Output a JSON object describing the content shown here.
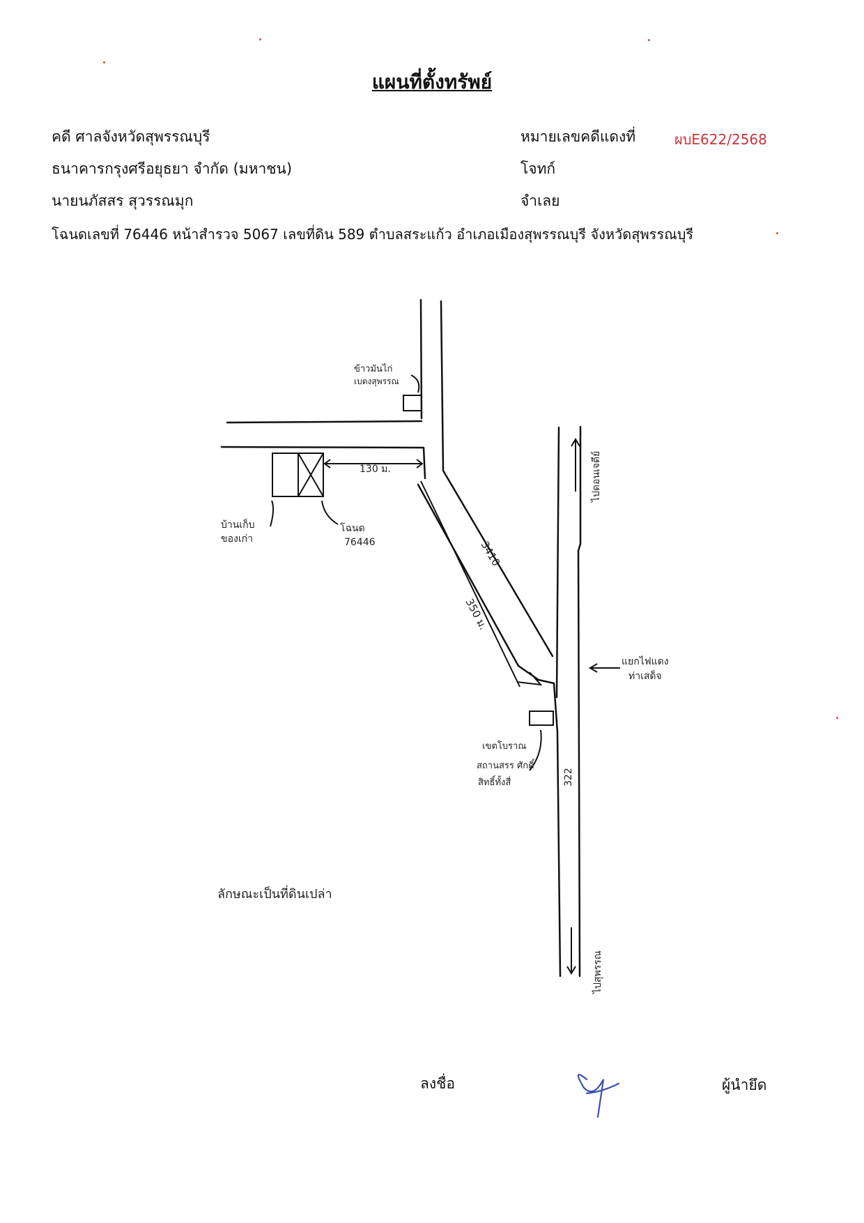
{
  "title": "แผนที่ตั้งทรัพย์",
  "header": {
    "court_line": "คดี ศาลจังหวัดสุพรรณบุรี",
    "case_label": "หมายเลขคดีแดงที่",
    "case_number": "ผบE622/2568",
    "plaintiff_name": "ธนาคารกรุงศรีอยุธยา จำกัด (มหาชน)",
    "plaintiff_label": "โจทก์",
    "defendant_name": "นายนภัสสร สุวรรณมุก",
    "defendant_label": "จำเลย",
    "deed_line": "โฉนดเลขที่ 76446 หน้าสำรวจ 5067 เลขที่ดิน 589  ตำบลสระแก้ว อำเภอเมืองสุพรรณบุรี จังหวัดสุพรรณบุรี"
  },
  "map": {
    "note_khao_man_kai": [
      "ข้าวมันไก่",
      "เบตงสุพรรณ"
    ],
    "distance_130": "130 ม.",
    "house_label": [
      "บ้านเก็บ",
      "ของเก่า"
    ],
    "deed_label": [
      "โฉนด",
      "76446"
    ],
    "road_3410": "3410",
    "distance_350": "350 ม.",
    "to_don_chedi": "ไปดอนเจดีย์",
    "traffic_light": [
      "แยกไฟแดง",
      "ท่าเสด็จ"
    ],
    "shrine_label": [
      "เขตโบราณ",
      "สถานสรร ศักดิ์",
      "สิทธิ์ทั้งสี่"
    ],
    "road_322": "322",
    "to_suphan": "ไปสุพรรณ",
    "land_note": "ลักษณะเป็นที่ดินเปล่า"
  },
  "footer": {
    "sign_label": "ลงชื่อ",
    "seizer_label": "ผู้นำยึด"
  },
  "colors": {
    "case_number": "#c8343a",
    "signature": "#3a4fb0"
  }
}
